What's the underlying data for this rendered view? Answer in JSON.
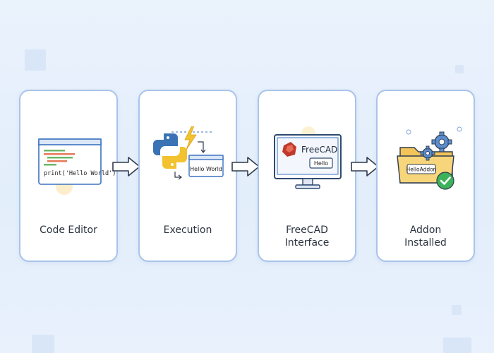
{
  "steps": [
    {
      "id": "code-editor",
      "label": "Code Editor",
      "snippet": "print('Hello World')"
    },
    {
      "id": "execution",
      "label": "Execution",
      "window_text": "Hello World"
    },
    {
      "id": "freecad-interface",
      "label": "FreeCAD\nInterface",
      "app_name": "FreeCAD",
      "button_text": "Hello"
    },
    {
      "id": "addon-installed",
      "label": "Addon\nInstalled",
      "folder_tag": "HelloAddon"
    }
  ],
  "icons": [
    "editor-window-icon",
    "python-logo-icon",
    "lightning-icon",
    "monitor-icon",
    "freecad-logo-icon",
    "folder-icon",
    "gear-icon",
    "checkmark-icon",
    "arrow-right-icon"
  ],
  "colors": {
    "card_border": "#a9c4ea",
    "accent_blue": "#3b72c0",
    "python_blue": "#3a73b5",
    "python_yellow": "#f2c230",
    "check_green": "#3cb25a",
    "freecad_red": "#c0392b"
  }
}
